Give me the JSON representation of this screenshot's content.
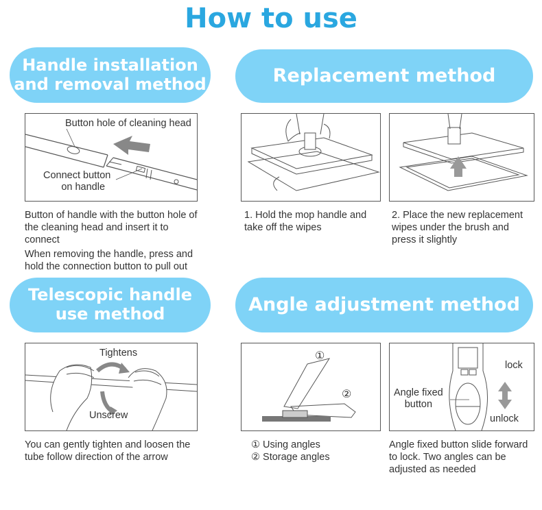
{
  "page": {
    "title": "How to use"
  },
  "sections": {
    "handle": {
      "heading_line1": "Handle installation",
      "heading_line2": "and removal method",
      "label_button_hole": "Button hole of cleaning head",
      "label_connect_line1": "Connect button",
      "label_connect_line2": "on handle",
      "caption1": "Button of handle with the button hole of the cleaning head and insert it to connect",
      "caption2": "When removing the handle, press and hold the connection button to pull out"
    },
    "replacement": {
      "heading": "Replacement method",
      "step1": "1. Hold the mop handle and take off the wipes",
      "step2": "2. Place the new replacement wipes under the brush and press it slightly"
    },
    "telescopic": {
      "heading_line1": "Telescopic handle",
      "heading_line2": "use method",
      "label_tightens": "Tightens",
      "label_unscrew": "Unscrew",
      "caption": "You can gently tighten and loosen the tube follow direction of the arrow"
    },
    "angle": {
      "heading": "Angle adjustment method",
      "marker1": "①",
      "marker2": "②",
      "legend1": "① Using angles",
      "legend2": "② Storage angles",
      "label_button_line1": "Angle fixed",
      "label_button_line2": "button",
      "label_lock": "lock",
      "label_unlock": "unlock",
      "caption": "Angle fixed button slide forward to lock. Two angles can be adjusted as needed"
    }
  },
  "colors": {
    "title": "#2aa7e0",
    "pill": "#7fd3f7",
    "line": "#555555",
    "arrow": "#888888"
  }
}
